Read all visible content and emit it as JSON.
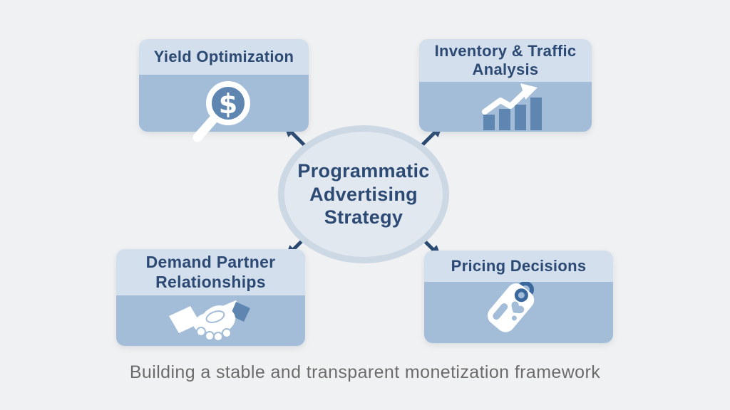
{
  "diagram": {
    "center": {
      "label": "Programmatic Advertising Strategy"
    },
    "nodes": [
      {
        "title": "Yield Optimization",
        "icon": "magnifier-dollar-icon"
      },
      {
        "title": "Inventory & Traffic Analysis",
        "icon": "growth-bar-chart-icon"
      },
      {
        "title": "Demand Partner Relationships",
        "icon": "handshake-icon"
      },
      {
        "title": "Pricing Decisions",
        "icon": "price-tag-icon"
      }
    ],
    "caption": "Building a stable and transparent monetization framework"
  },
  "colors": {
    "background": "#f0f1f2",
    "node_header": "#d3dfec",
    "node_body": "#a3bdd9",
    "title_text": "#2c4a73",
    "center_fill": "#e2e8f0",
    "center_ring": "#cdd8e5",
    "arrow": "#2b4a72",
    "icon_accent": "#5e86b0",
    "icon_white": "#ffffff",
    "caption_text": "#6b6b6b"
  }
}
